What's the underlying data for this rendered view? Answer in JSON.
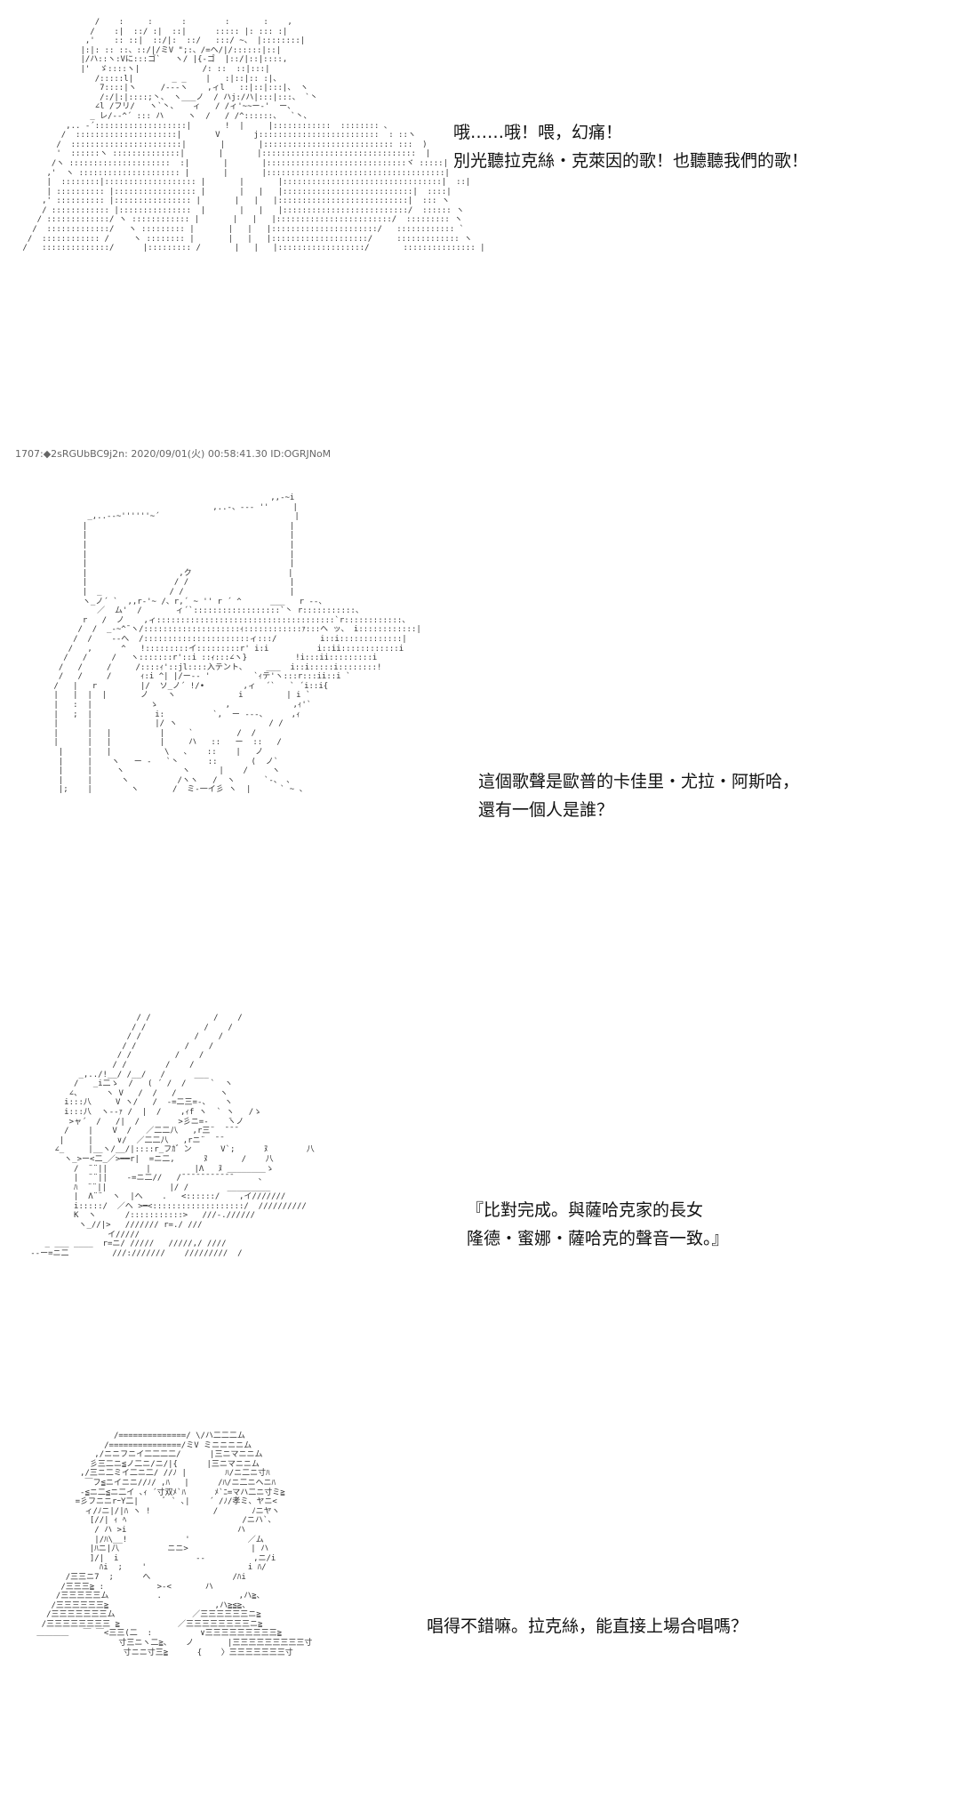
{
  "post_header": "1707:◆2sRGUbBC9j2n: 2020/09/01(火) 00:58:41.30 ID:OGRJNoM",
  "panels": [
    {
      "dialogue": [
        "哦……哦！喂，幻痛！",
        "別光聽拉克絲・克萊因的歌！也聽聽我們的歌！"
      ]
    },
    {
      "dialogue": [
        "這個歌聲是歐普的卡佳里・尤拉・阿斯哈，",
        "還有一個人是誰？"
      ]
    },
    {
      "dialogue": [
        "『比對完成。與薩哈克家的長女",
        "隆德・蜜娜・薩哈克的聲音一致。』"
      ]
    },
    {
      "dialogue": [
        "唱得不錯嘛。拉克絲，能直接上場合唱嗎？"
      ]
    }
  ]
}
